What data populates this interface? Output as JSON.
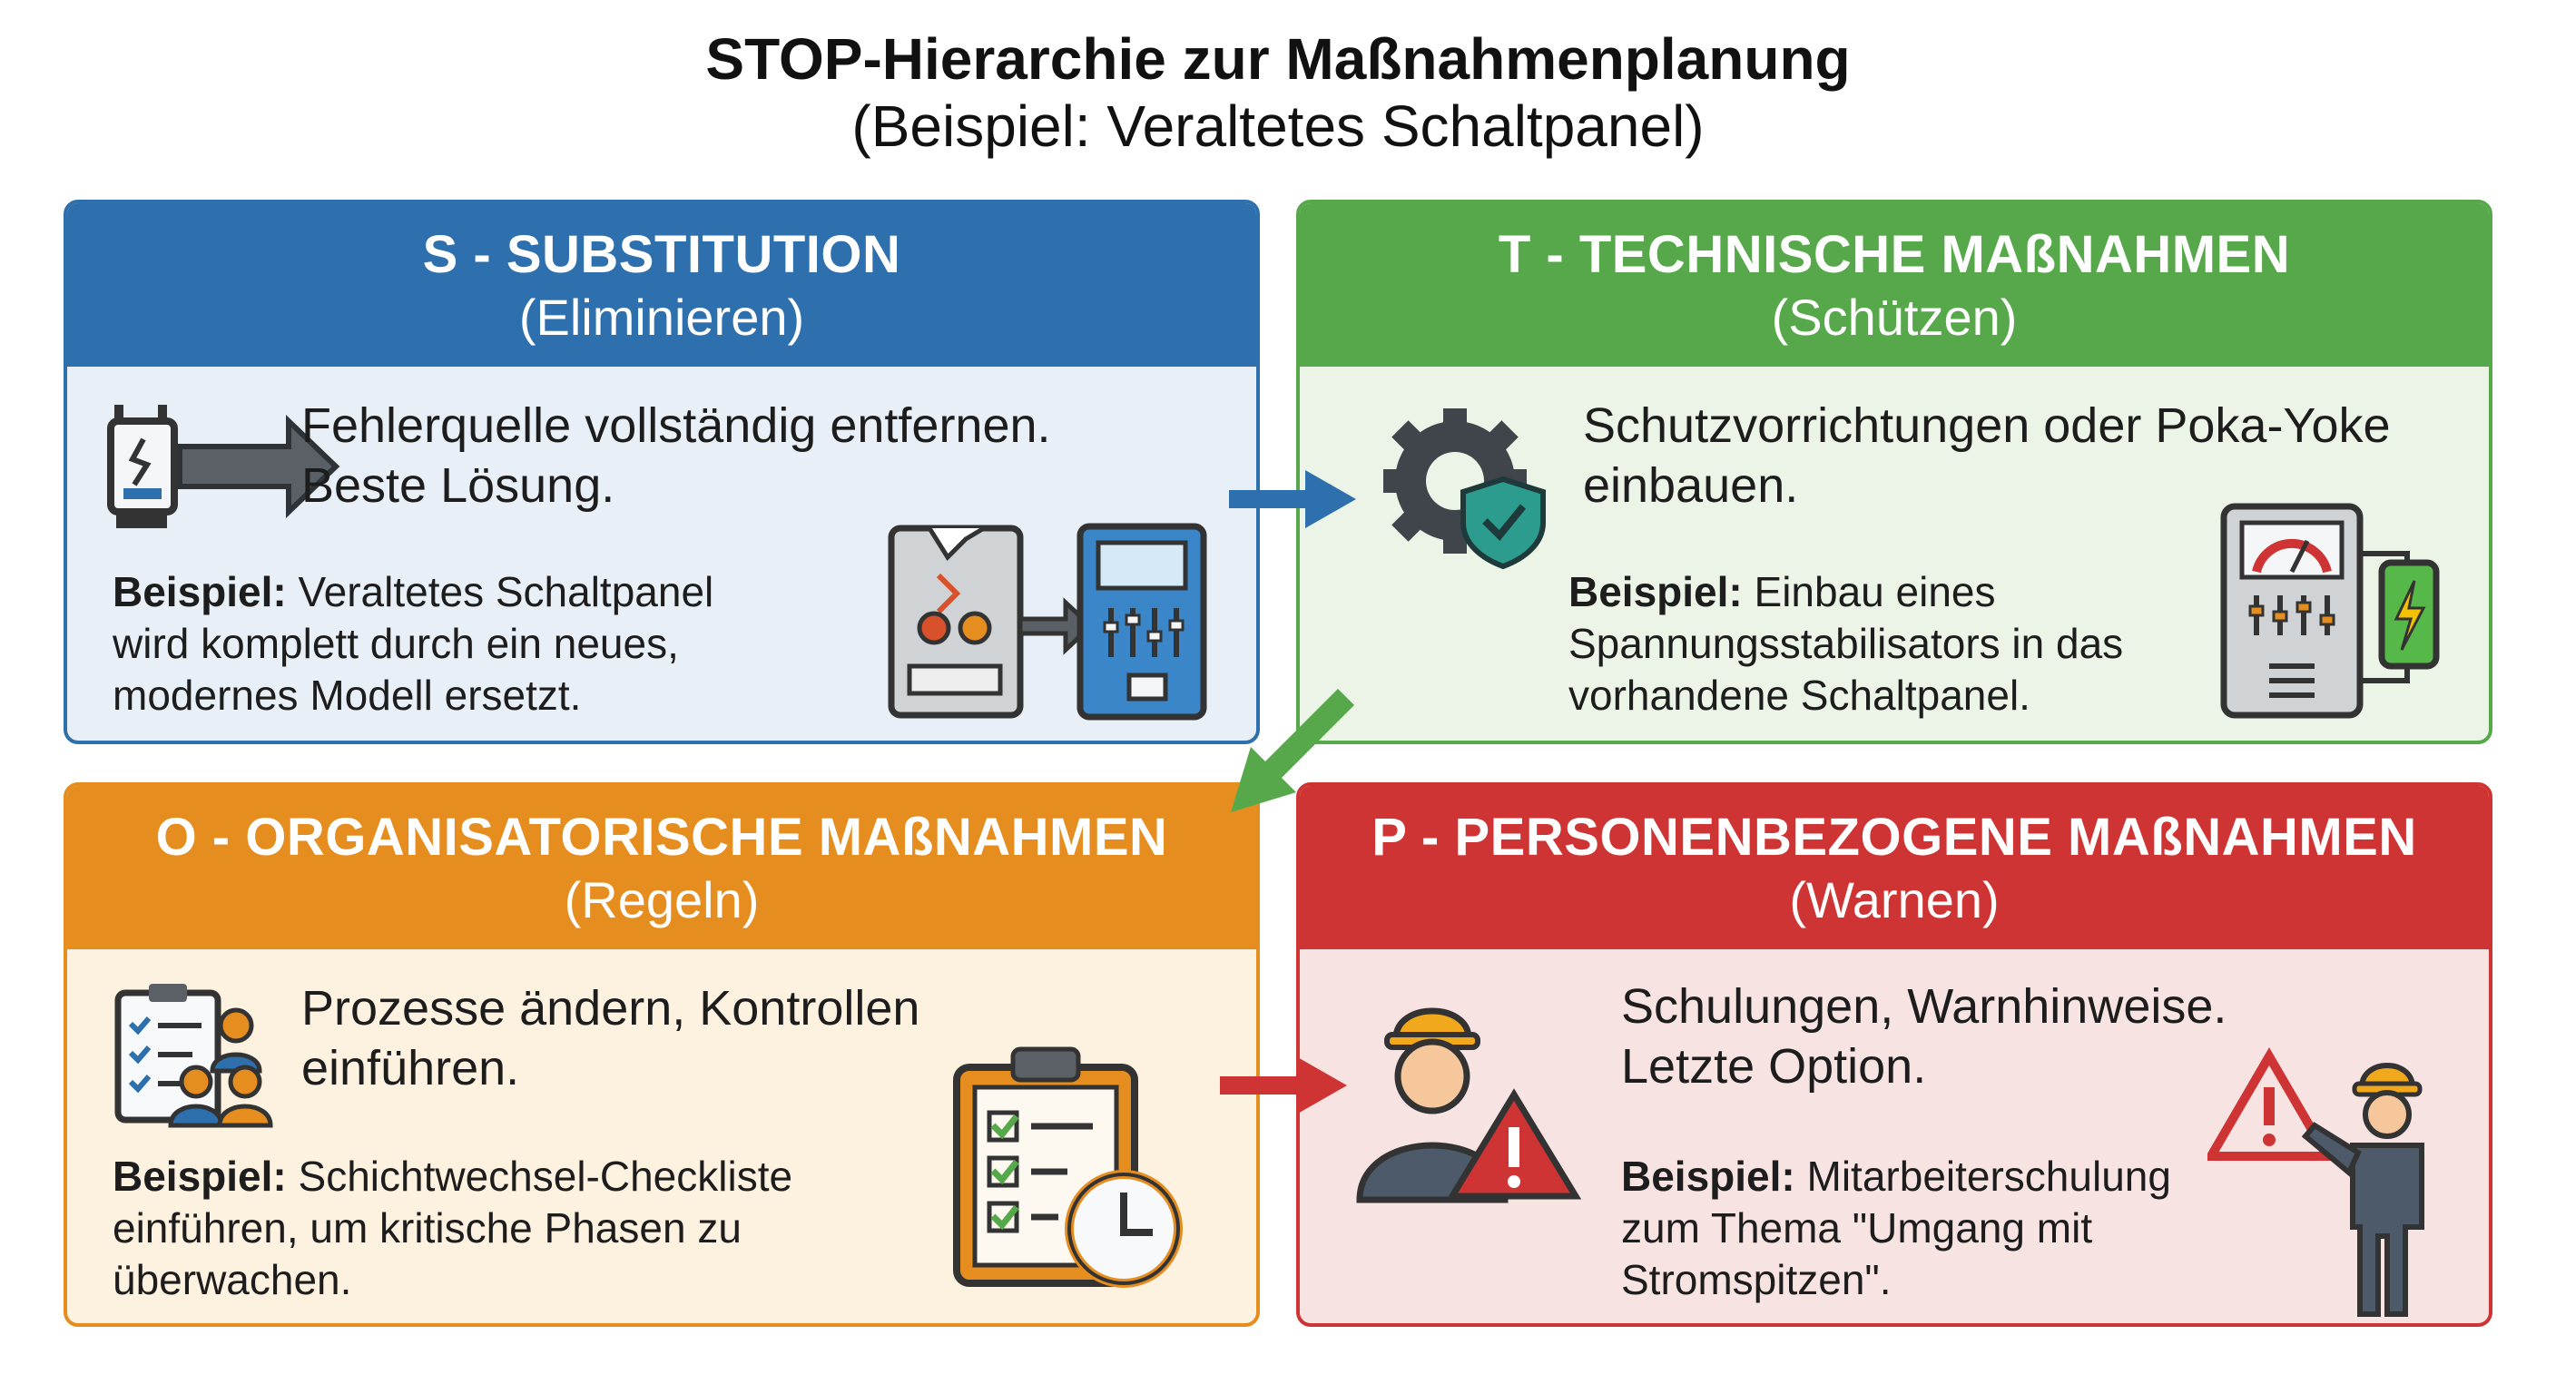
{
  "title": "STOP-Hierarchie zur Maßnahmenplanung",
  "subtitle": "(Beispiel: Veraltetes Schaltpanel)",
  "example_label": "Beispiel:",
  "colors": {
    "s": "#2e6fae",
    "t": "#57a84a",
    "o": "#e58e1f",
    "p": "#cf3434"
  },
  "cards": {
    "s": {
      "heading": "S - SUBSTITUTION",
      "subheading": "(Eliminieren)",
      "main_line1": "Fehlerquelle vollständig entfernen.",
      "main_line2": "Beste Lösung.",
      "example_line1": " Veraltetes Schaltpanel",
      "example_line2": "wird komplett durch ein neues,",
      "example_line3": "modernes Modell ersetzt.",
      "icons": [
        "broken-device-arrow-icon",
        "old-panel-to-new-panel-icon"
      ]
    },
    "t": {
      "heading": "T - TECHNISCHE MAßNAHMEN",
      "subheading": "(Schützen)",
      "main_line1": "Schutzvorrichtungen oder Poka-Yoke",
      "main_line2": "einbauen.",
      "example_line1": " Einbau eines",
      "example_line2": "Spannungsstabilisators in das",
      "example_line3": "vorhandene Schaltpanel.",
      "icons": [
        "gear-shield-icon",
        "panel-with-battery-icon"
      ]
    },
    "o": {
      "heading": "O - ORGANISATORISCHE MAßNAHMEN",
      "subheading": "(Regeln)",
      "main_line1": "Prozesse ändern, Kontrollen",
      "main_line2": "einführen.",
      "example_line1": " Schichtwechsel-Checkliste",
      "example_line2": "einführen, um kritische Phasen zu",
      "example_line3": "überwachen.",
      "icons": [
        "checklist-team-icon",
        "clipboard-clock-icon"
      ]
    },
    "p": {
      "heading": "P - PERSONENBEZOGENE MAßNAHMEN",
      "subheading": "(Warnen)",
      "main_line1": "Schulungen, Warnhinweise.",
      "main_line2": "Letzte Option.",
      "example_line1": " Mitarbeiterschulung",
      "example_line2": "zum Thema \"Umgang mit",
      "example_line3": "Stromspitzen\".",
      "icons": [
        "worker-warning-icon",
        "worker-pointing-warning-icon"
      ]
    }
  }
}
